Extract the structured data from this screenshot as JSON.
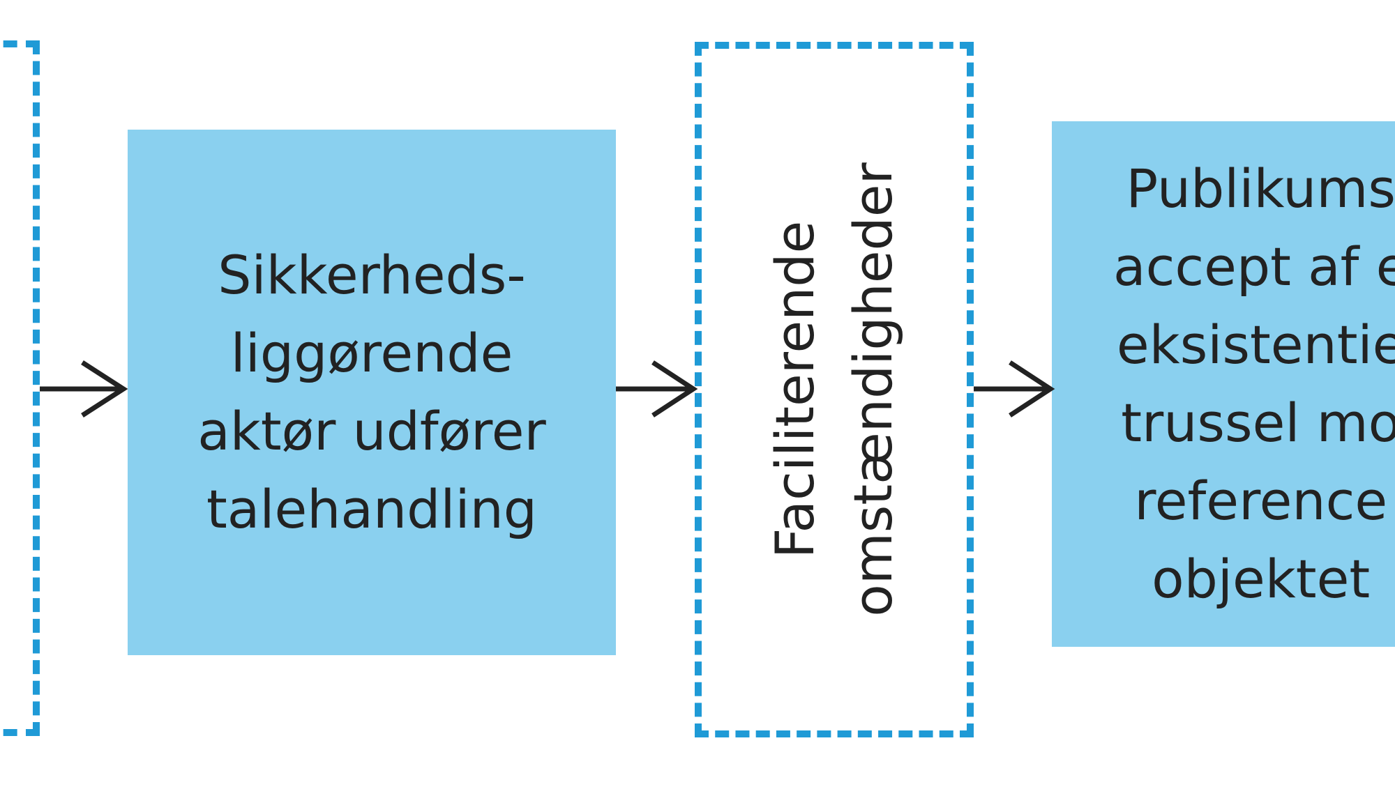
{
  "diagram": {
    "nodes": [
      {
        "id": "left-partial",
        "kind": "facilitating-dashed",
        "text": ""
      },
      {
        "id": "speech-act",
        "kind": "process",
        "text": "Sikkerheds-\nliggørende\naktør udfører\ntalehandling"
      },
      {
        "id": "facilitating",
        "kind": "facilitating-dashed",
        "text": "Faciliterende\nomstændigheder"
      },
      {
        "id": "audience",
        "kind": "process",
        "text": "Publikums\naccept af e\neksistentie\ntrussel mo\nreference\nobjektet"
      }
    ],
    "edges": [
      {
        "from": "left-partial",
        "to": "speech-act"
      },
      {
        "from": "speech-act",
        "to": "facilitating"
      },
      {
        "from": "facilitating",
        "to": "audience"
      }
    ],
    "colors": {
      "process_fill": "#8ad0ef",
      "dashed_border": "#1f9ad6",
      "arrow": "#222222",
      "text": "#222222"
    }
  }
}
